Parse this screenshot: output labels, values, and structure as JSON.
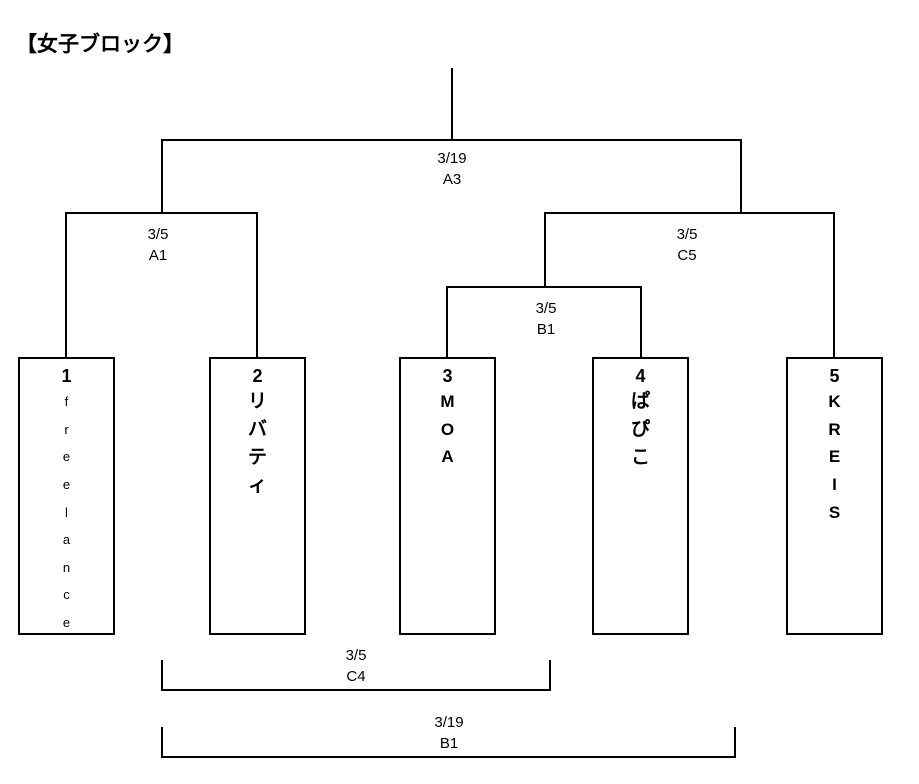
{
  "page": {
    "title": "【女子ブロック】",
    "line_color": "#000000",
    "background_color": "#ffffff"
  },
  "teams": [
    {
      "seed": "1",
      "name": "freelance",
      "chars": [
        "f",
        "r",
        "e",
        "e",
        "l",
        "a",
        "n",
        "c",
        "e"
      ],
      "script": "latin-small"
    },
    {
      "seed": "2",
      "name": "リバティ",
      "chars": [
        "リ",
        "バ",
        "テ",
        "ィ"
      ],
      "script": "japanese"
    },
    {
      "seed": "3",
      "name": "MOA",
      "chars": [
        "M",
        "O",
        "A"
      ],
      "script": "latin"
    },
    {
      "seed": "4",
      "name": "ぱぴこ",
      "chars": [
        "ぱ",
        "ぴ",
        "こ"
      ],
      "script": "japanese"
    },
    {
      "seed": "5",
      "name": "KREIS",
      "chars": [
        "K",
        "R",
        "E",
        "I",
        "S"
      ],
      "script": "latin"
    }
  ],
  "matches": [
    {
      "id": "A3",
      "date": "3/19",
      "code": "A3",
      "round": "final"
    },
    {
      "id": "A1",
      "date": "3/5",
      "code": "A1",
      "round": "semifinal-left"
    },
    {
      "id": "C5",
      "date": "3/5",
      "code": "C5",
      "round": "semifinal-right"
    },
    {
      "id": "B1",
      "date": "3/5",
      "code": "B1",
      "round": "quarterfinal"
    },
    {
      "id": "C4",
      "date": "3/5",
      "code": "C4",
      "round": "placement-upper"
    },
    {
      "id": "B1b",
      "date": "3/19",
      "code": "B1",
      "round": "placement-lower"
    }
  ]
}
